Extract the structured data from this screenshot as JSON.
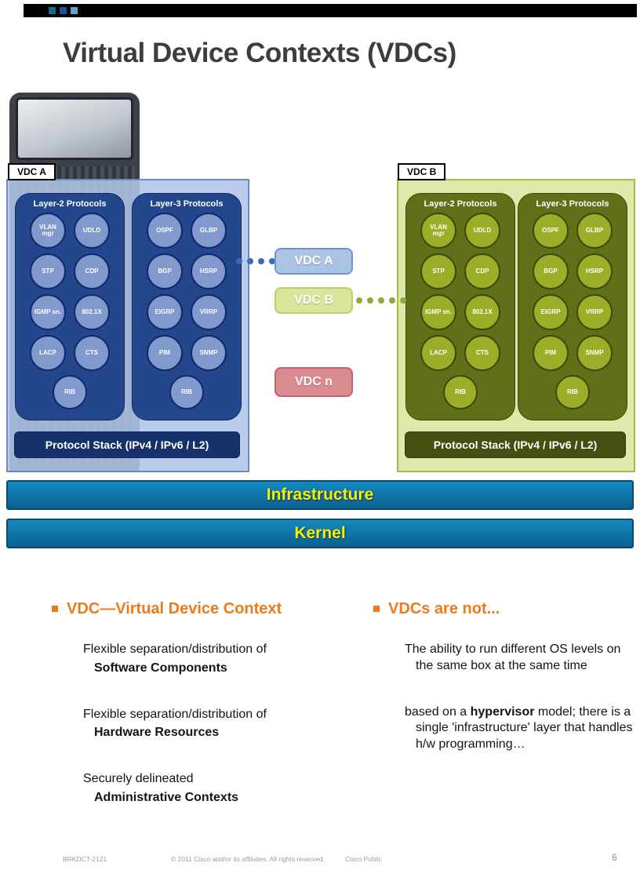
{
  "colors": {
    "accent_orange": "#ee7a1e",
    "panel_blue": "#afc5e8",
    "panel_green": "#dde9a9",
    "container_blue": "#24468c",
    "container_olive": "#5f7018",
    "stack_blue": "#17316b",
    "stack_olive": "#44500f",
    "bar_blue": "#0f76a8",
    "bar_text_yellow": "#fcee00",
    "chip_blue": "#abc4e4",
    "chip_green": "#d9e59b",
    "chip_red": "#d98b90"
  },
  "header": {
    "title": "Virtual Device Contexts (VDCs)"
  },
  "diagram": {
    "vdc_a": {
      "tag": "VDC A",
      "layer2_title": "Layer-2 Protocols",
      "layer3_title": "Layer-3 Protocols",
      "layer2": [
        "VLAN mgr",
        "UDLD",
        "STP",
        "CDP",
        "IGMP sn.",
        "802.1X",
        "LACP",
        "CTS",
        "RIB"
      ],
      "layer3": [
        "OSPF",
        "GLBP",
        "BGP",
        "HSRP",
        "EIGRP",
        "VRRP",
        "PIM",
        "SNMP",
        "RIB"
      ],
      "stack": "Protocol Stack (IPv4 / IPv6 / L2)"
    },
    "vdc_b": {
      "tag": "VDC B",
      "layer2_title": "Layer-2 Protocols",
      "layer3_title": "Layer-3 Protocols",
      "layer2": [
        "VLAN mgr",
        "UDLD",
        "STP",
        "CDP",
        "IGMP sn.",
        "802.1X",
        "LACP",
        "CTS",
        "RIB"
      ],
      "layer3": [
        "OSPF",
        "GLBP",
        "BGP",
        "HSRP",
        "EIGRP",
        "VRRP",
        "PIM",
        "SNMP",
        "RIB"
      ],
      "stack": "Protocol Stack (IPv4 / IPv6 / L2)"
    },
    "chips": {
      "a": "VDC A",
      "b": "VDC B",
      "n": "VDC n"
    },
    "infrastructure_label": "Infrastructure",
    "kernel_label": "Kernel"
  },
  "content": {
    "left": {
      "heading": "VDC—Virtual Device Context",
      "items": [
        {
          "line1": "Flexible separation/distribution of",
          "line2": "Software Components"
        },
        {
          "line1": "Flexible separation/distribution of",
          "line2": "Hardware Resources"
        },
        {
          "line1": "Securely delineated",
          "line2": "Administrative Contexts"
        }
      ]
    },
    "right": {
      "heading": "VDCs are not...",
      "item1": {
        "line1": "The ability to run different OS levels on",
        "line2": "the same box at the same time"
      },
      "item2": {
        "pre": "based on a ",
        "bold": "hypervisor",
        "post": " model; there is a",
        "line2": "single 'infrastructure' layer that handles",
        "line3": "h/w programming…"
      }
    }
  },
  "footer": {
    "session": "BRKDCT-2121",
    "copyright": "© 2011 Cisco and/or its affiliates. All rights reserved.",
    "classification": "Cisco Public",
    "page": "6"
  }
}
